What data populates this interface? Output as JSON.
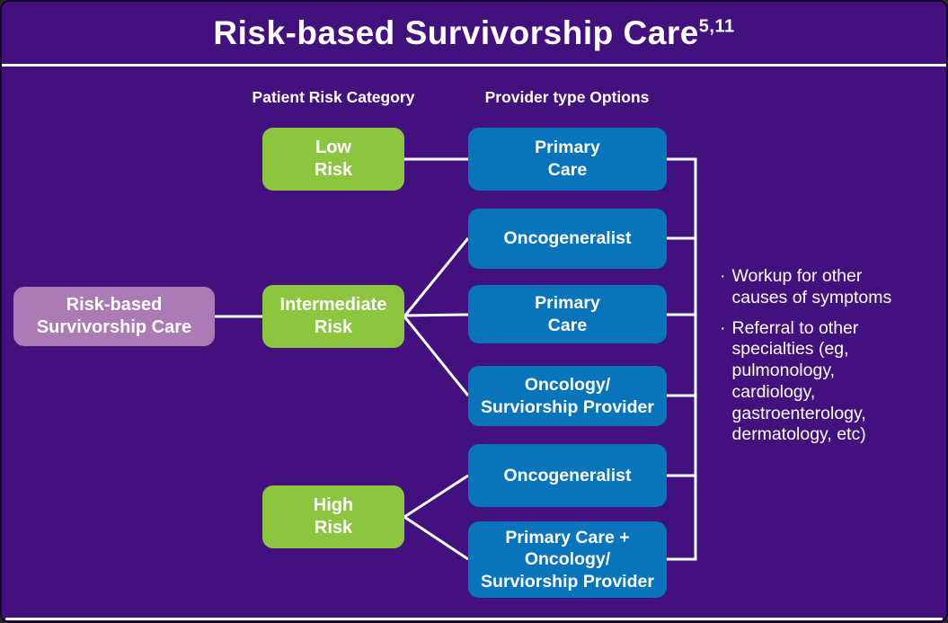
{
  "colors": {
    "background_purple": "#42117E",
    "risk_green": "#8CC63F",
    "provider_blue": "#0874BC",
    "root_mauve": "#AC7AB4",
    "line_white": "#FFFFFF",
    "outer_border": "#160629"
  },
  "title": {
    "text": "Risk-based Survivorship Care",
    "superscript": "5,11"
  },
  "columns": {
    "risk_header": "Patient Risk Category",
    "provider_header": "Provider type Options"
  },
  "root": {
    "label": "Risk-based\nSurvivorship Care"
  },
  "risk_categories": [
    {
      "id": "low",
      "label": "Low\nRisk"
    },
    {
      "id": "intermediate",
      "label": "Intermediate\nRisk"
    },
    {
      "id": "high",
      "label": "High\nRisk"
    }
  ],
  "providers": [
    {
      "label": "Primary\nCare"
    },
    {
      "label": "Oncogeneralist"
    },
    {
      "label": "Primary\nCare"
    },
    {
      "label": "Oncology/\nSurviorship Provider"
    },
    {
      "label": "Oncogeneralist"
    },
    {
      "label": "Primary Care +\nOncology/\nSurviorship Provider"
    }
  ],
  "notes": {
    "bullet_char": "·",
    "items": [
      "Workup for other\ncauses of symptoms",
      "Referral to other\nspecialties (eg,\npulmonology,\ncardiology,\ngastroenterology,\ndermatology, etc)"
    ]
  }
}
